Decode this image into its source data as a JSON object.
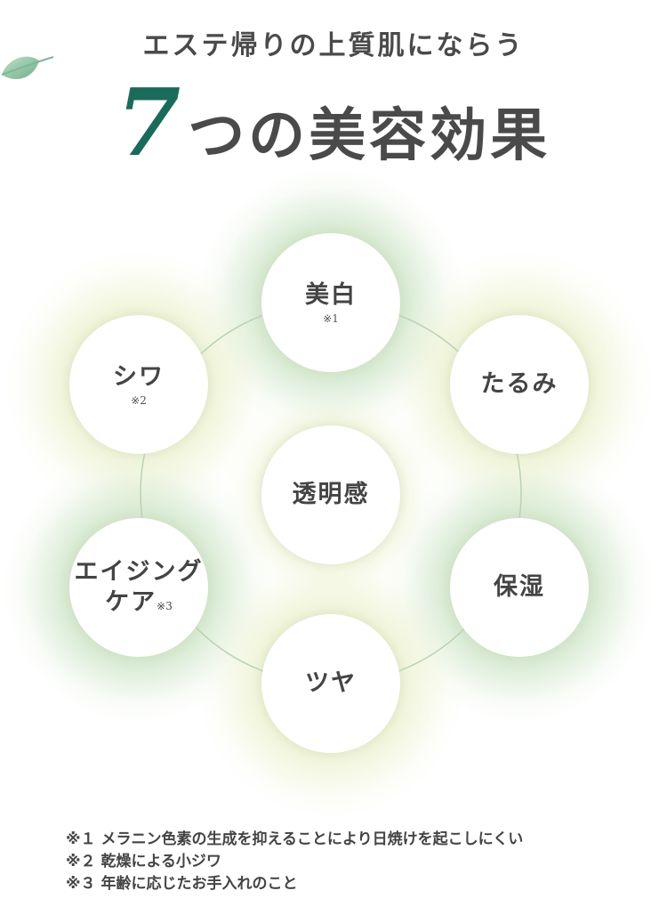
{
  "header": {
    "subtitle": "エステ帰りの上質肌にならう",
    "title_number": "7",
    "title_text": "つの美容効果"
  },
  "effects": {
    "top": {
      "label": "美白",
      "note": "※1"
    },
    "upper_left": {
      "label": "シワ",
      "note": "※2"
    },
    "upper_right": {
      "label": "たるみ",
      "note": ""
    },
    "center": {
      "label": "透明感",
      "note": ""
    },
    "lower_left": {
      "label_line1": "エイジング",
      "label_line2": "ケア",
      "note": "※3"
    },
    "lower_right": {
      "label": "保湿",
      "note": ""
    },
    "bottom": {
      "label": "ツヤ",
      "note": ""
    }
  },
  "footnotes": [
    "※１ メラニン色素の生成を抑えることにより日焼けを起こしにくい",
    "※２ 乾燥による小ジワ",
    "※３ 年齢に応じたお手入れのこと"
  ],
  "colors": {
    "accent_green": "#1a6b5a",
    "glow_green": "#96c38c",
    "glow_yellow": "#d7e1a0",
    "text": "#444444"
  }
}
